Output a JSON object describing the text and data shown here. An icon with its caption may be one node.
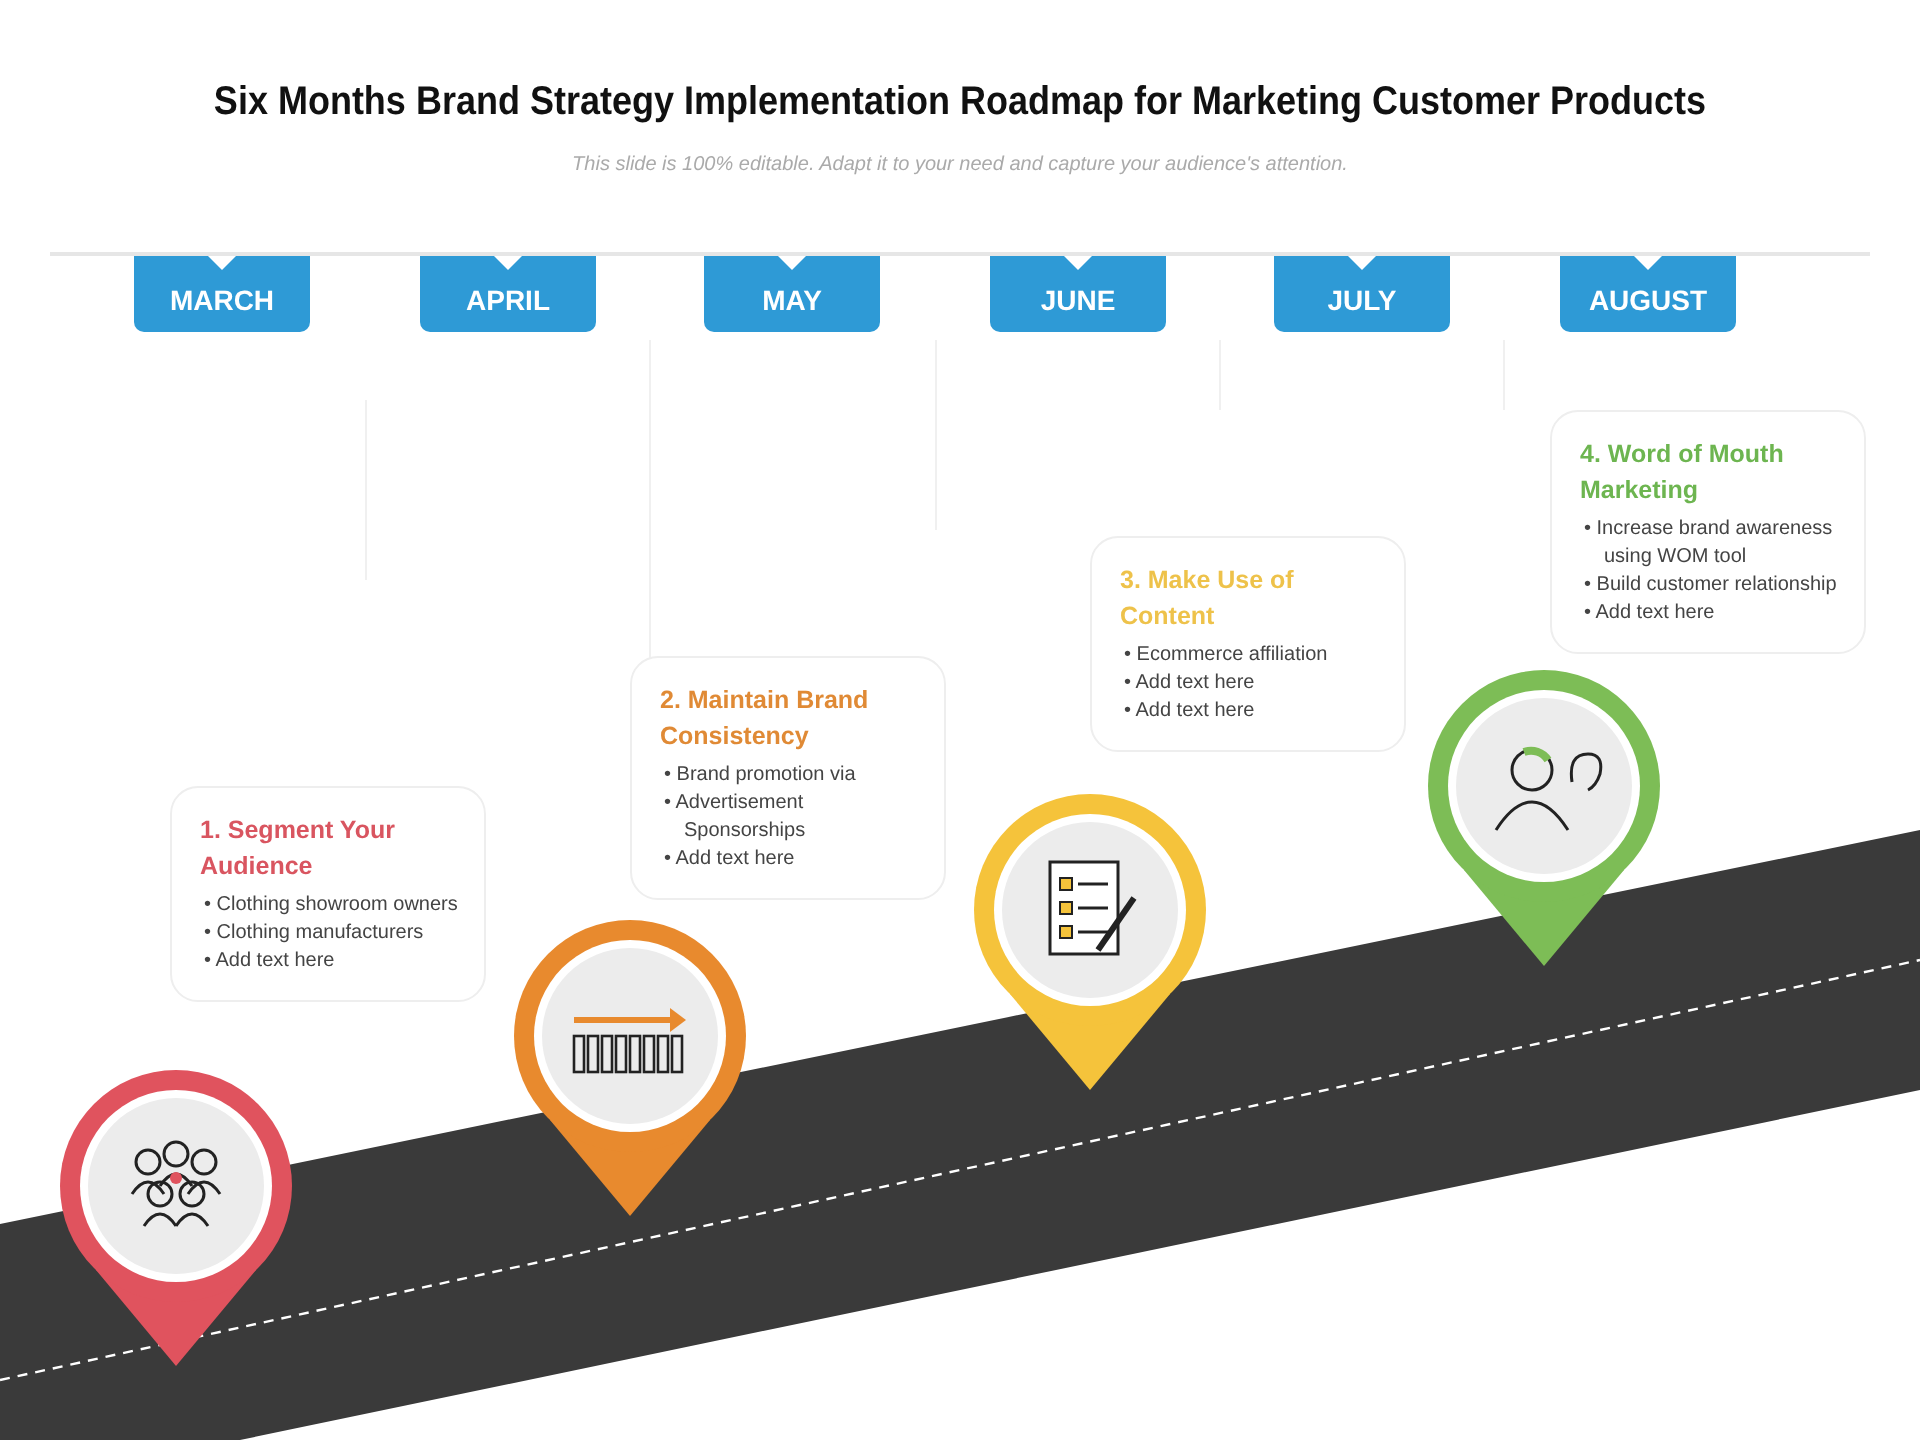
{
  "diagram": {
    "title": "Six Months Brand Strategy Implementation Roadmap for Marketing Customer Products",
    "nodes": [
      {
        "text": [
          "MARCH"
        ]
      },
      {
        "text": [
          "APRIL"
        ]
      },
      {
        "text": [
          "MAY"
        ]
      },
      {
        "text": [
          "JUNE"
        ]
      },
      {
        "text": [
          "JULY"
        ]
      },
      {
        "text": [
          "AUGUST"
        ]
      },
      {
        "text": [
          "1. Segment Your Audience",
          "• Clothing showroom owners",
          "• Clothing manufacturers",
          "• Add text here"
        ]
      },
      {
        "text": [
          "2. Maintain Brand Consistency",
          "• Brand promotion via",
          "• Advertisement Sponsorships",
          "• Add text here"
        ]
      },
      {
        "text": [
          "3. Make Use of Content",
          "• Ecommerce affiliation",
          "• Add text here",
          "• Add text here"
        ]
      },
      {
        "text": [
          "4. Word of Mouth Marketing",
          "• Increase brand awareness using WOM tool",
          "• Build customer relationship",
          "• Add text here"
        ]
      }
    ],
    "edges": [],
    "labels": [
      "This slide is 100% editable. Adapt it to your need and capture your audience's attention."
    ]
  }
}
